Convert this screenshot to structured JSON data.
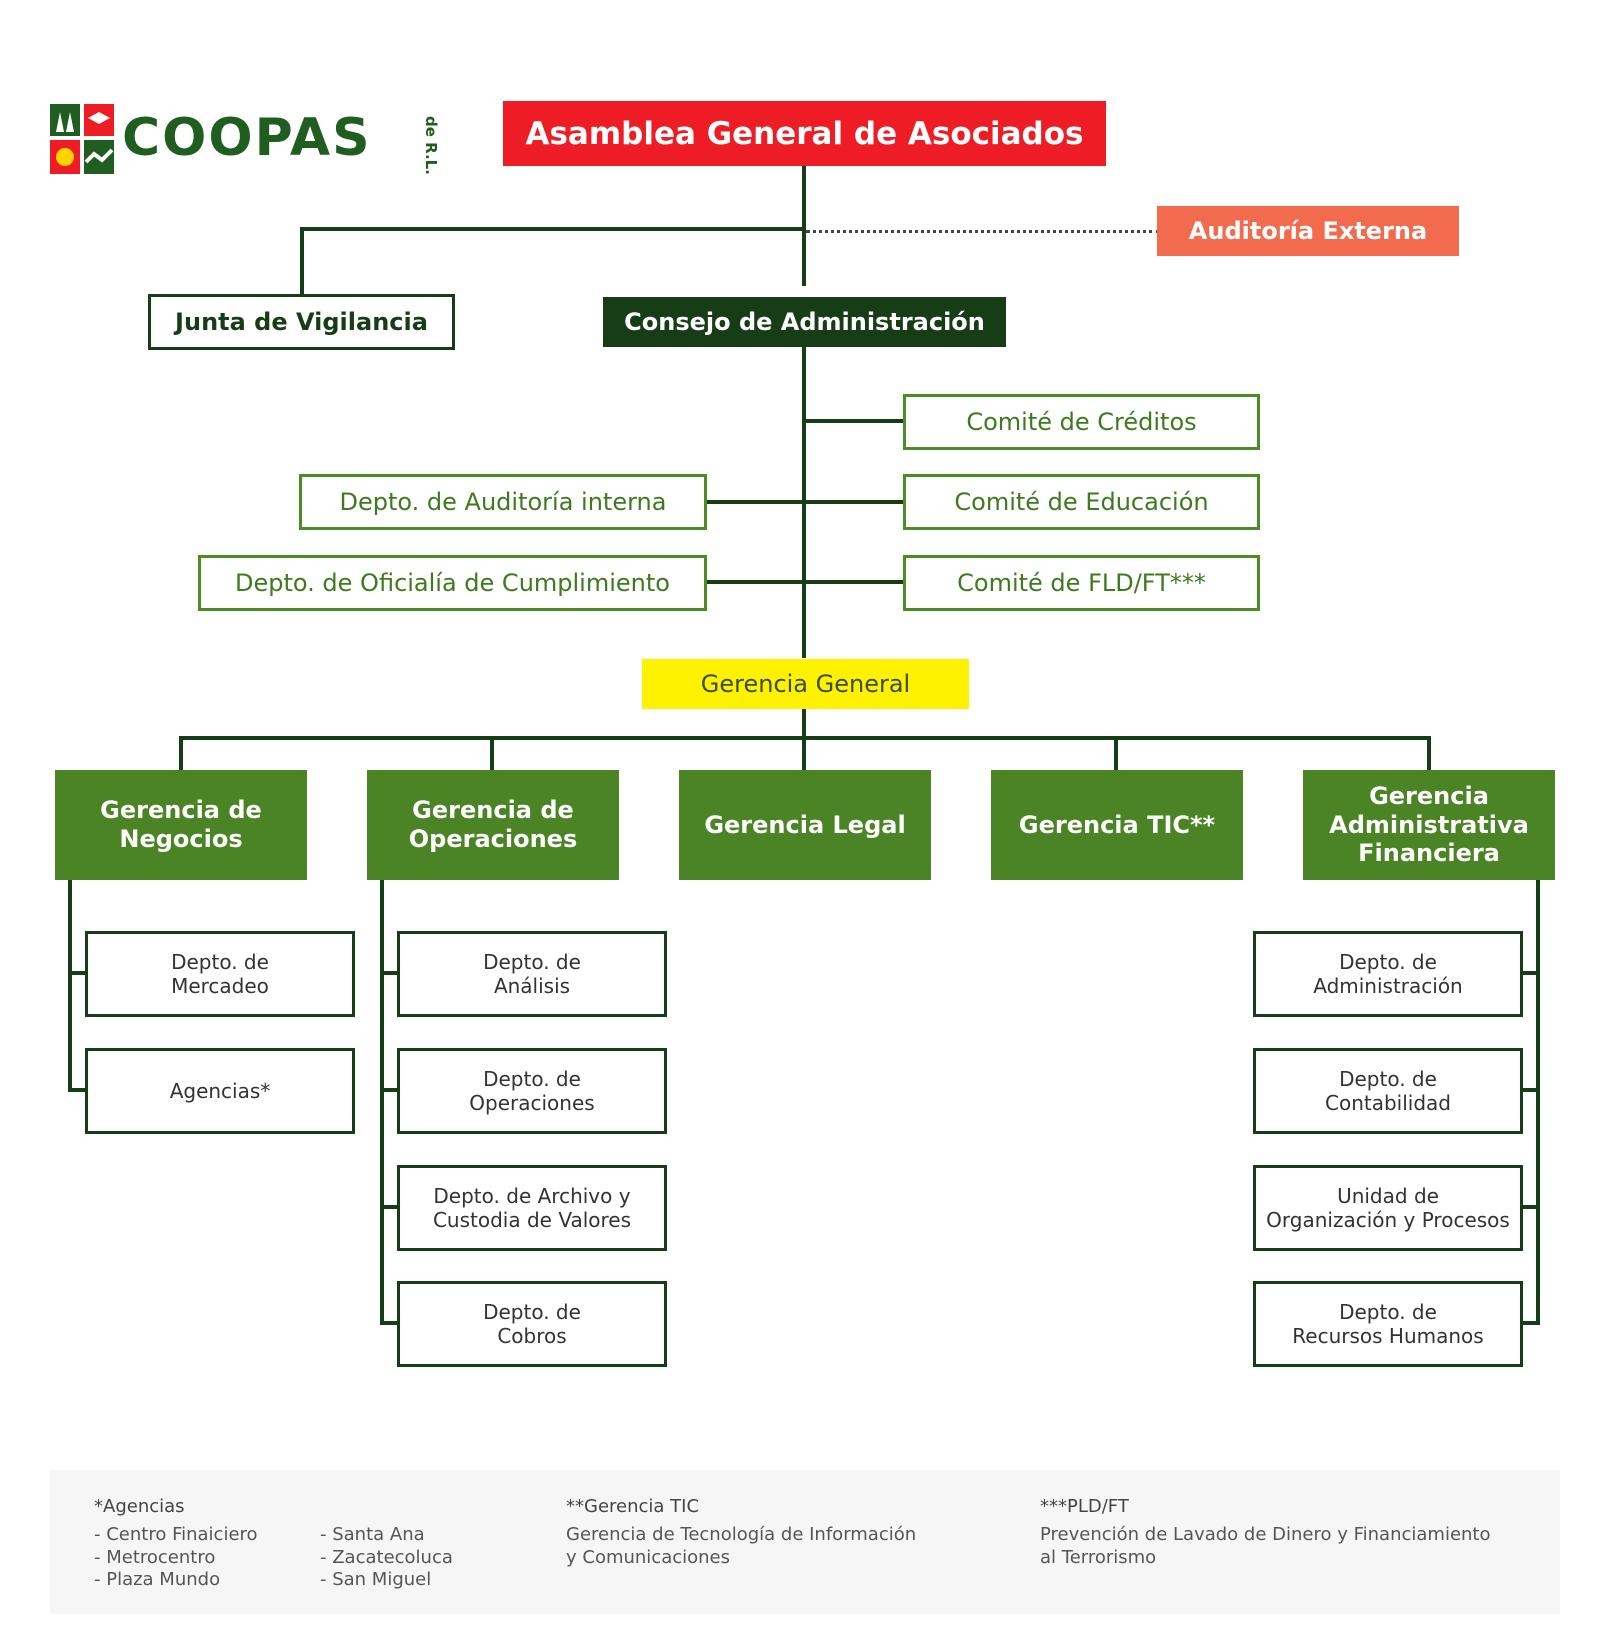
{
  "logo": {
    "name": "COOPAS",
    "suffix": "de R.L."
  },
  "top": {
    "asamblea": "Asamblea General de Asociados",
    "auditoria_externa": "Auditoría Externa",
    "junta": "Junta de Vigilancia",
    "consejo": "Consejo de Administración"
  },
  "comites": [
    "Comité de Créditos",
    "Comité de Educación",
    "Comité de FLD/FT***"
  ],
  "deptos_staff": [
    "Depto. de Auditoría interna",
    "Depto. de Oficialía de Cumplimiento"
  ],
  "gerencia_general": "Gerencia General",
  "gerencias": [
    {
      "name": "Gerencia de\nNegocios",
      "l1": "Gerencia de",
      "l2": "Negocios"
    },
    {
      "name": "Gerencia de\nOperaciones",
      "l1": "Gerencia de",
      "l2": "Operaciones"
    },
    {
      "name": "Gerencia Legal",
      "l1": "Gerencia Legal"
    },
    {
      "name": "Gerencia TIC**",
      "l1": "Gerencia TIC**"
    },
    {
      "name": "Gerencia\nAdministrativa\nFinanciera",
      "l1": "Gerencia",
      "l2": "Administrativa",
      "l3": "Financiera"
    }
  ],
  "negocios_deptos": [
    {
      "l1": "Depto. de",
      "l2": "Mercadeo"
    },
    {
      "l1": "Agencias*"
    }
  ],
  "operaciones_deptos": [
    {
      "l1": "Depto. de",
      "l2": "Análisis"
    },
    {
      "l1": "Depto. de",
      "l2": "Operaciones"
    },
    {
      "l1": "Depto. de Archivo y",
      "l2": "Custodia de Valores"
    },
    {
      "l1": "Depto. de",
      "l2": "Cobros"
    }
  ],
  "financiera_deptos": [
    {
      "l1": "Depto. de",
      "l2": "Administración"
    },
    {
      "l1": "Depto. de",
      "l2": "Contabilidad"
    },
    {
      "l1": "Unidad de",
      "l2": "Organización y Procesos"
    },
    {
      "l1": "Depto. de",
      "l2": "Recursos Humanos"
    }
  ],
  "footer": {
    "agencias_title": "*Agencias",
    "agencias_col1": [
      "- Centro Finaiciero",
      "- Metrocentro",
      "- Plaza Mundo"
    ],
    "agencias_col2": [
      "- Santa Ana",
      "- Zacatecoluca",
      "- San Miguel"
    ],
    "tic_title": "**Gerencia TIC",
    "tic_l1": "Gerencia de Tecnología de Información",
    "tic_l2": "y Comunicaciones",
    "pld_title": "***PLD/FT",
    "pld_l1": "Prevención de Lavado de Dinero y Financiamiento",
    "pld_l2": "al Terrorismo"
  },
  "colors": {
    "dark_green": "#173d17",
    "green": "#4b8424",
    "red": "#ee1c25",
    "salmon": "#f26b4f",
    "yellow": "#fff200"
  }
}
